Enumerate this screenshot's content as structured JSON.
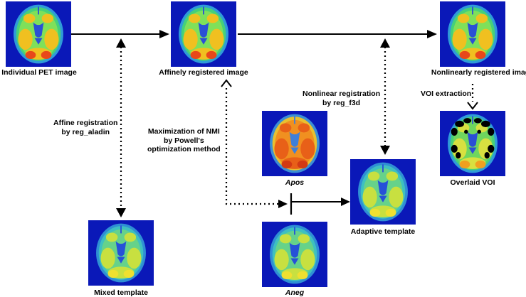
{
  "images": {
    "individual_pet": {
      "label": "Individual PET image"
    },
    "affinely_registered": {
      "label": "Affinely registered image"
    },
    "nonlinearly_registered": {
      "label": "Nonlinearly registered image"
    },
    "overlaid_voi": {
      "label": "Overlaid VOI"
    },
    "apos": {
      "label": "Apos"
    },
    "aneg": {
      "label": "Aneg"
    },
    "adaptive_template": {
      "label": "Adaptive template"
    },
    "mixed_template": {
      "label": "Mixed template"
    }
  },
  "steps": {
    "affine_registration": "Affine registration\nby reg_aladin",
    "maximization_nmi": "Maximization of NMI\nby Powell's\noptimization method",
    "nonlinear_registration": "Nonlinear registration\nby reg_f3d",
    "voi_extraction": "VOI extraction"
  },
  "colors": {
    "scan_background": "#0a18b8",
    "arrow": "#000000",
    "voi_mask": "#000000"
  }
}
